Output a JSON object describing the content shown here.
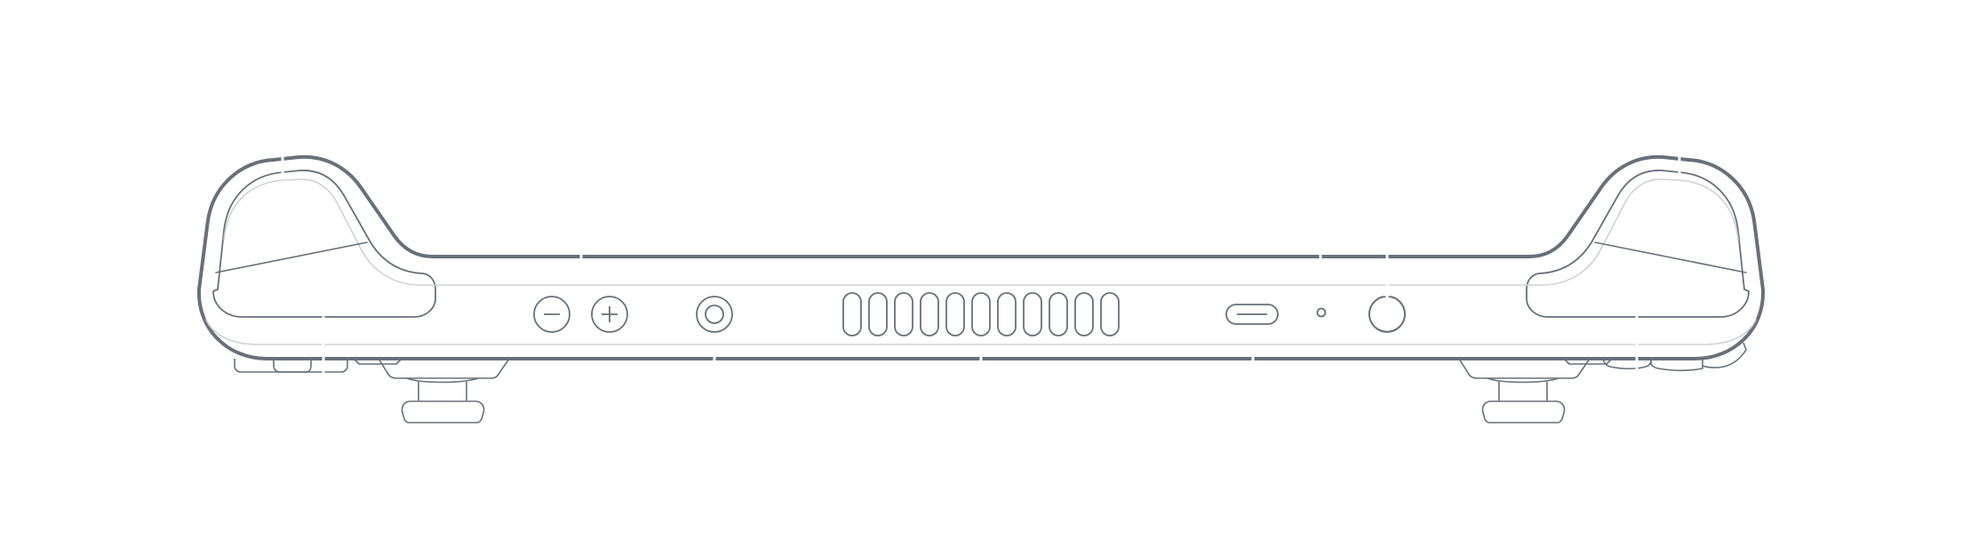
{
  "diagram": {
    "subject": "handheld-console-top-view",
    "colors": {
      "background": "#ffffff",
      "outline_dark": "#687079",
      "outline_light": "#cfd2d6"
    },
    "parts": [
      {
        "name": "minus-button",
        "icon": "minus-icon"
      },
      {
        "name": "plus-button",
        "icon": "plus-icon"
      },
      {
        "name": "headphone-jack",
        "icon": "audio-jack-icon"
      },
      {
        "name": "vent-grille",
        "slot_count": 11
      },
      {
        "name": "usb-c-port",
        "icon": "usb-c-icon"
      },
      {
        "name": "indicator-led",
        "icon": "led-icon"
      },
      {
        "name": "power-button",
        "icon": "power-icon"
      },
      {
        "name": "left-trigger"
      },
      {
        "name": "right-trigger"
      },
      {
        "name": "left-bumper"
      },
      {
        "name": "right-bumper"
      }
    ]
  }
}
